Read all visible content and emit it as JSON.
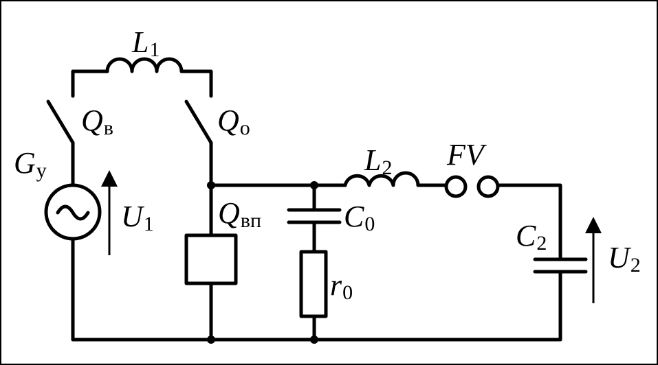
{
  "diagram": {
    "components": {
      "L1": {
        "main": "L",
        "sub": "1"
      },
      "Qv": {
        "main": "Q",
        "sub": "в"
      },
      "Qo": {
        "main": "Q",
        "sub": "о"
      },
      "Gy": {
        "main": "G",
        "sub": "у"
      },
      "U1": {
        "main": "U",
        "sub": "1"
      },
      "Qvp": {
        "main": "Q",
        "sub": "вп"
      },
      "C0": {
        "main": "C",
        "sub": "0"
      },
      "r0": {
        "main": "r",
        "sub": "0"
      },
      "L2": {
        "main": "L",
        "sub": "2"
      },
      "FV": {
        "main": "FV"
      },
      "C2": {
        "main": "C",
        "sub": "2"
      },
      "U2": {
        "main": "U",
        "sub": "2"
      }
    }
  }
}
